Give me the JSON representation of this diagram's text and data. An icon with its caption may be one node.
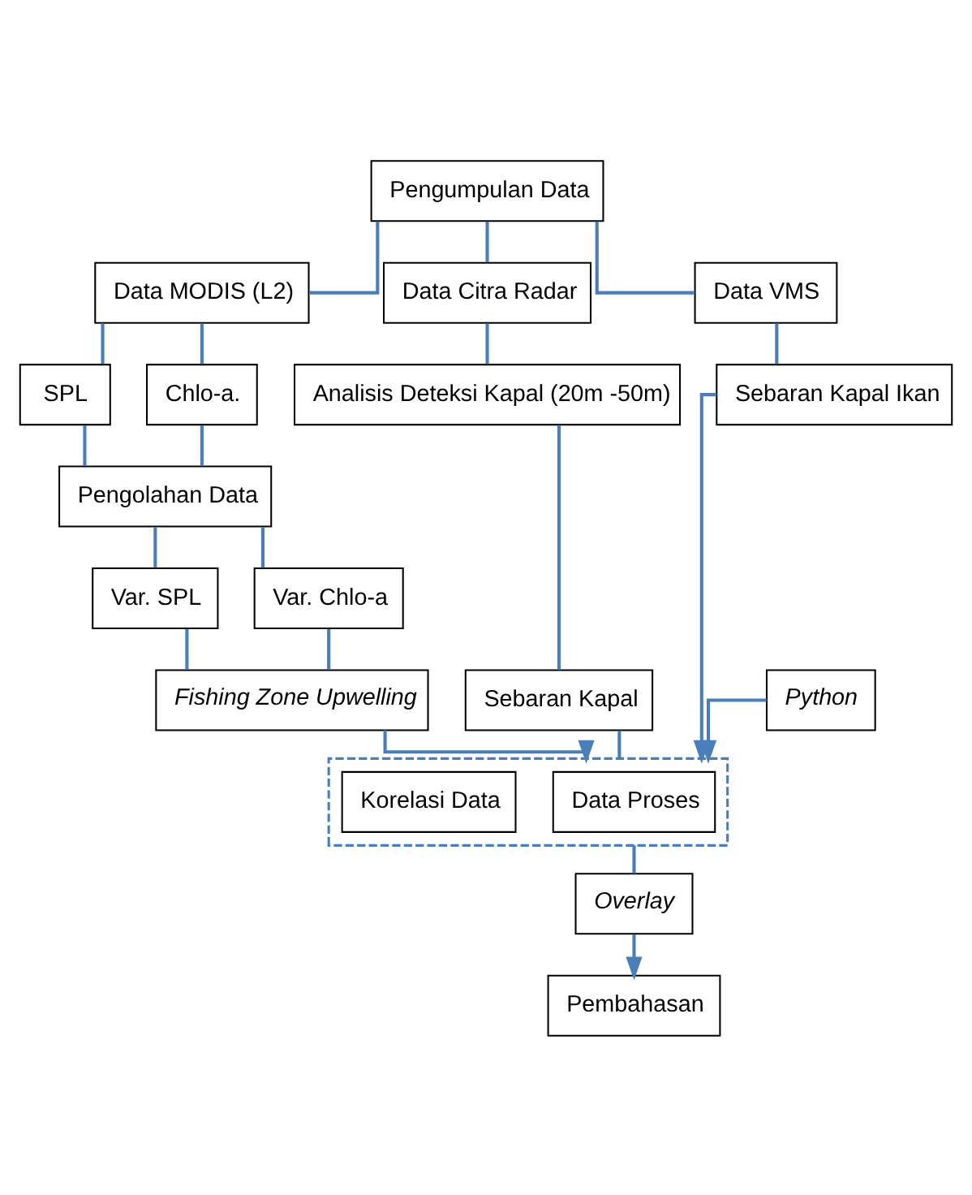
{
  "diagram": {
    "nodes": [
      {
        "text": [
          "Pengumpulan Data"
        ]
      },
      {
        "text": [
          "Data MODIS (L2)"
        ]
      },
      {
        "text": [
          "Data Citra Radar"
        ]
      },
      {
        "text": [
          "Data VMS"
        ]
      },
      {
        "text": [
          "SPL"
        ]
      },
      {
        "text": [
          "Chlo-a."
        ]
      },
      {
        "text": [
          "Analisis Deteksi Kapal (20m -50m)"
        ]
      },
      {
        "text": [
          "Sebaran Kapal Ikan"
        ]
      },
      {
        "text": [
          "Pengolahan Data"
        ]
      },
      {
        "text": [
          "Sebaran Kapal"
        ]
      },
      {
        "text": [
          "Var. SPL"
        ]
      },
      {
        "text": [
          "Var. Chlo-a"
        ]
      },
      {
        "text": [
          "Fishing Zone Upwelling"
        ]
      },
      {
        "text": [],
        "shape": "box"
      },
      {
        "text": [
          "Data Proses"
        ],
        "in": 13
      },
      {
        "text": [
          "Korelasi Data"
        ],
        "in": 13
      },
      {
        "text": [
          "Python"
        ]
      },
      {
        "text": [
          "Overlay"
        ]
      },
      {
        "text": [
          "Pembahasan"
        ]
      }
    ],
    "edges": [
      {
        "from": 0,
        "to": 1,
        "arrow": "none"
      },
      {
        "from": 0,
        "to": 2,
        "arrow": "none"
      },
      {
        "from": 0,
        "to": 3,
        "arrow": "none"
      },
      {
        "from": 1,
        "to": 4,
        "arrow": "none"
      },
      {
        "from": 1,
        "to": 5,
        "arrow": "none"
      },
      {
        "from": 2,
        "to": 6,
        "arrow": "none"
      },
      {
        "from": 3,
        "to": 7,
        "arrow": "none"
      },
      {
        "from": 4,
        "to": 8,
        "arrow": "none"
      },
      {
        "from": 5,
        "to": 8,
        "arrow": "none"
      },
      {
        "from": 6,
        "to": 9,
        "arrow": "none"
      },
      {
        "from": 8,
        "to": 10,
        "arrow": "none"
      },
      {
        "from": 8,
        "to": 11,
        "arrow": "none"
      },
      {
        "from": 10,
        "to": 12,
        "arrow": "none"
      },
      {
        "from": 11,
        "to": 12,
        "arrow": "none"
      },
      {
        "from": 9,
        "to": 13,
        "arrow": "none"
      },
      {
        "from": 7,
        "to": 13,
        "arrow": "to"
      },
      {
        "from": 12,
        "to": 13,
        "arrow": "to"
      },
      {
        "from": 16,
        "to": 13,
        "arrow": "to"
      },
      {
        "from": 13,
        "to": 17,
        "arrow": "none"
      },
      {
        "from": 17,
        "to": 18,
        "arrow": "to"
      }
    ]
  }
}
